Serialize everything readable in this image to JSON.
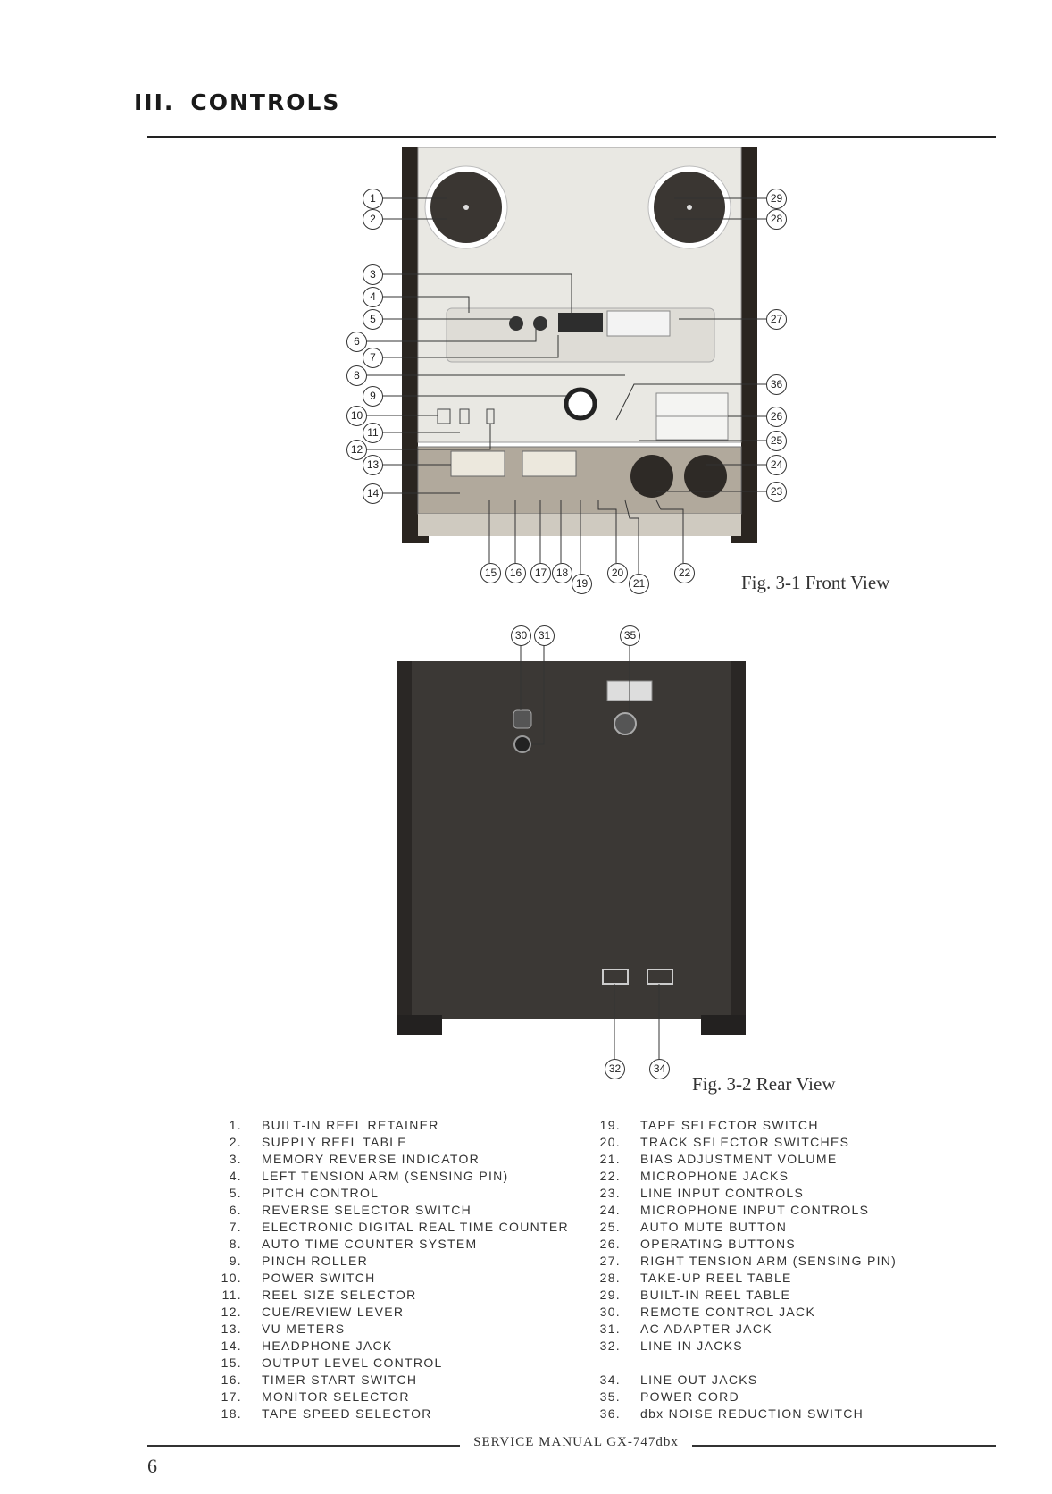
{
  "heading": {
    "number": "III.",
    "title": "CONTROLS"
  },
  "figures": {
    "front": {
      "caption": "Fig. 3-1 Front View",
      "callouts": [
        "1",
        "2",
        "3",
        "4",
        "5",
        "6",
        "7",
        "8",
        "9",
        "10",
        "11",
        "12",
        "13",
        "14",
        "15",
        "16",
        "17",
        "18",
        "19",
        "20",
        "21",
        "22",
        "23",
        "24",
        "25",
        "26",
        "27",
        "28",
        "29",
        "36"
      ]
    },
    "rear": {
      "caption": "Fig. 3-2 Rear View",
      "callouts": [
        "30",
        "31",
        "35",
        "32",
        "34"
      ]
    }
  },
  "controls_left": [
    {
      "num": "1.",
      "label": "BUILT-IN REEL RETAINER"
    },
    {
      "num": "2.",
      "label": "SUPPLY REEL TABLE"
    },
    {
      "num": "3.",
      "label": "MEMORY REVERSE INDICATOR"
    },
    {
      "num": "4.",
      "label": "LEFT TENSION ARM (SENSING PIN)"
    },
    {
      "num": "5.",
      "label": "PITCH CONTROL"
    },
    {
      "num": "6.",
      "label": "REVERSE SELECTOR SWITCH"
    },
    {
      "num": "7.",
      "label": "ELECTRONIC DIGITAL REAL TIME COUNTER"
    },
    {
      "num": "8.",
      "label": "AUTO TIME COUNTER SYSTEM"
    },
    {
      "num": "9.",
      "label": "PINCH ROLLER"
    },
    {
      "num": "10.",
      "label": "POWER SWITCH"
    },
    {
      "num": "11.",
      "label": "REEL SIZE SELECTOR"
    },
    {
      "num": "12.",
      "label": "CUE/REVIEW LEVER"
    },
    {
      "num": "13.",
      "label": "VU METERS"
    },
    {
      "num": "14.",
      "label": "HEADPHONE JACK"
    },
    {
      "num": "15.",
      "label": "OUTPUT LEVEL CONTROL"
    },
    {
      "num": "16.",
      "label": "TIMER START SWITCH"
    },
    {
      "num": "17.",
      "label": "MONITOR SELECTOR"
    },
    {
      "num": "18.",
      "label": "TAPE SPEED SELECTOR"
    }
  ],
  "controls_right": [
    {
      "num": "19.",
      "label": "TAPE SELECTOR SWITCH"
    },
    {
      "num": "20.",
      "label": "TRACK SELECTOR SWITCHES"
    },
    {
      "num": "21.",
      "label": "BIAS ADJUSTMENT VOLUME"
    },
    {
      "num": "22.",
      "label": "MICROPHONE JACKS"
    },
    {
      "num": "23.",
      "label": "LINE INPUT CONTROLS"
    },
    {
      "num": "24.",
      "label": "MICROPHONE INPUT CONTROLS"
    },
    {
      "num": "25.",
      "label": "AUTO MUTE BUTTON"
    },
    {
      "num": "26.",
      "label": "OPERATING BUTTONS"
    },
    {
      "num": "27.",
      "label": "RIGHT TENSION ARM (SENSING PIN)"
    },
    {
      "num": "28.",
      "label": "TAKE-UP REEL TABLE"
    },
    {
      "num": "29.",
      "label": "BUILT-IN REEL TABLE"
    },
    {
      "num": "30.",
      "label": "REMOTE CONTROL JACK"
    },
    {
      "num": "31.",
      "label": "AC ADAPTER JACK"
    },
    {
      "num": "32.",
      "label": "LINE IN JACKS"
    },
    {
      "num": "34.",
      "label": "LINE OUT JACKS"
    },
    {
      "num": "35.",
      "label": "POWER CORD"
    },
    {
      "num": "36.",
      "label": "dbx NOISE REDUCTION SWITCH"
    }
  ],
  "footer": {
    "text": "SERVICE MANUAL GX-747dbx",
    "page": "6"
  }
}
